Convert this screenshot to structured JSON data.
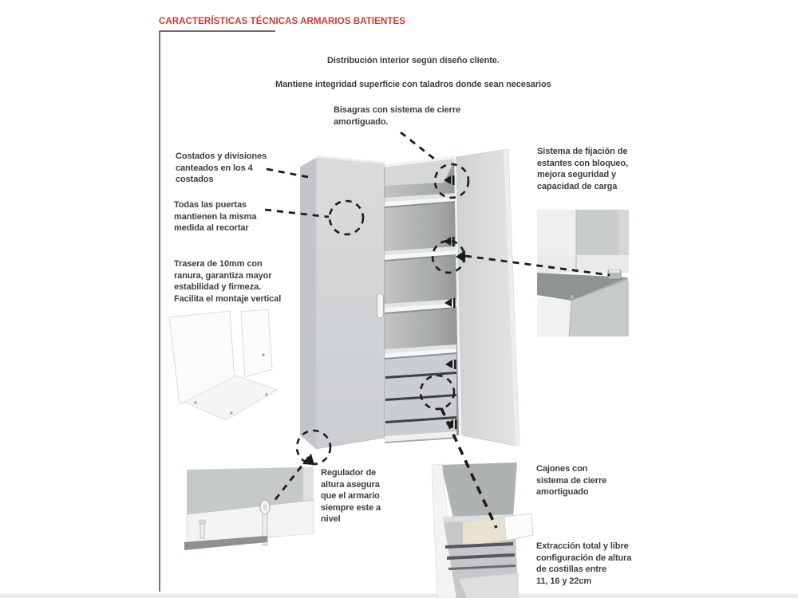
{
  "header": {
    "title": "CARACTERÍSTICAS TÉCNICAS ARMARIOS BATIENTES"
  },
  "intro": {
    "line1": "Distribución interior según diseño cliente.",
    "line2": "Mantiene integridad superficie con taladros donde sean necesarios"
  },
  "callouts": {
    "hinges": "Bisagras con sistema de cierre\namortiguado.",
    "sides": "Costados y divisiones\ncanteados en los 4\ncostados",
    "doors": "Todas las puertas\nmantienen la misma\nmedida al recortar",
    "back_panel": "Trasera de 10mm con\nranura, garantiza mayor\nestabilidad y firmeza.\nFacilita el montaje vertical",
    "shelf_system": "Sistema de fijación de\nestantes con bloqueo,\nmejora seguridad y\ncapacidad de carga",
    "leveler": "Regulador de\naltura asegura\nque el armario\nsiempre este a\nnivel",
    "drawers": "Cajones con\nsistema de cierre\namortiguado",
    "extraction": "Extracción total y libre\nconfiguración de altura\nde costillas entre\n11, 16 y 22cm"
  },
  "colors": {
    "accent_red": "#d2382e",
    "text_dark": "#3d3d3d",
    "annotation_line": "#1c1c1c"
  }
}
